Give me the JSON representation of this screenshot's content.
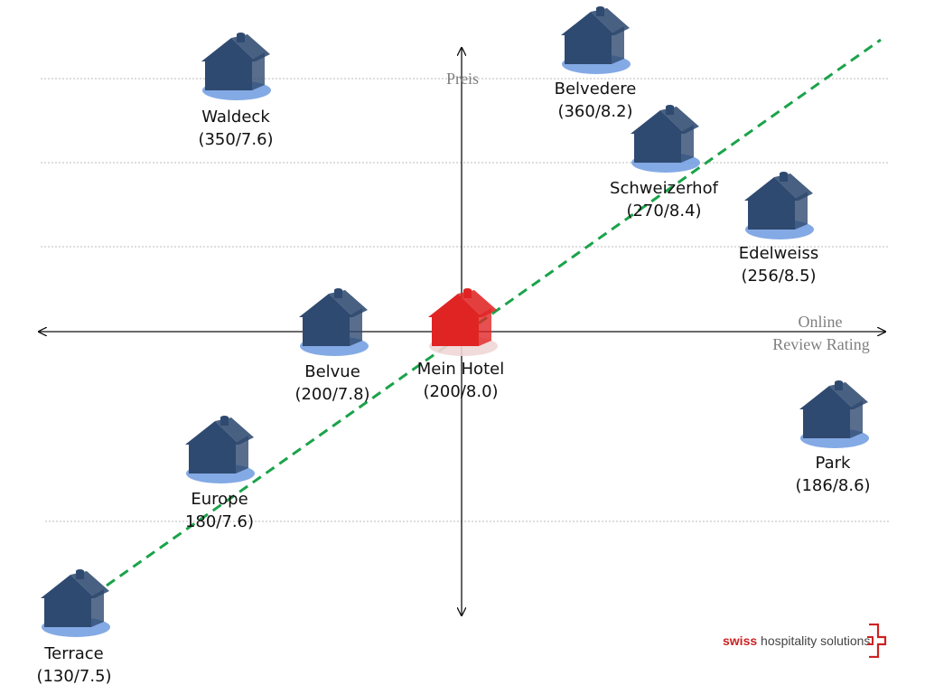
{
  "axes": {
    "y_label": "Preis",
    "x_label_line1": "Online",
    "x_label_line2": "Review Rating"
  },
  "colors": {
    "house": "#2f4a70",
    "house_own": "#e02424",
    "shadow": "#6f9be0",
    "trend": "#1aa34a",
    "axis": "#111111",
    "gridline": "#bbbbbb"
  },
  "hotels": [
    {
      "id": "waldeck",
      "name": "Waldeck",
      "value": "(350/7.6)",
      "price": 350,
      "rating": 7.6,
      "own": false,
      "icon": "house-icon"
    },
    {
      "id": "belvedere",
      "name": "Belvedere",
      "value": "(360/8.2)",
      "price": 360,
      "rating": 8.2,
      "own": false,
      "icon": "house-icon"
    },
    {
      "id": "schweizerhof",
      "name": "Schweizerhof",
      "value": "(270/8.4)",
      "price": 270,
      "rating": 8.4,
      "own": false,
      "icon": "house-icon"
    },
    {
      "id": "edelweiss",
      "name": "Edelweiss",
      "value": "(256/8.5)",
      "price": 256,
      "rating": 8.5,
      "own": false,
      "icon": "house-icon"
    },
    {
      "id": "belvue",
      "name": "Belvue",
      "value": "(200/7.8)",
      "price": 200,
      "rating": 7.8,
      "own": false,
      "icon": "house-icon"
    },
    {
      "id": "mein-hotel",
      "name": "Mein Hotel",
      "value": "(200/8.0)",
      "price": 200,
      "rating": 8.0,
      "own": true,
      "icon": "house-icon"
    },
    {
      "id": "park",
      "name": "Park",
      "value": "(186/8.6)",
      "price": 186,
      "rating": 8.6,
      "own": false,
      "icon": "house-icon"
    },
    {
      "id": "europe",
      "name": "Europe",
      "value": "180/7.6)",
      "price": 180,
      "rating": 7.6,
      "own": false,
      "icon": "house-icon"
    },
    {
      "id": "terrace",
      "name": "Terrace",
      "value": "(130/7.5)",
      "price": 130,
      "rating": 7.5,
      "own": false,
      "icon": "house-icon"
    }
  ],
  "logo": {
    "part1": "swiss",
    "part2": " hospitality solutions",
    "icon": "bracket-logo-icon"
  }
}
